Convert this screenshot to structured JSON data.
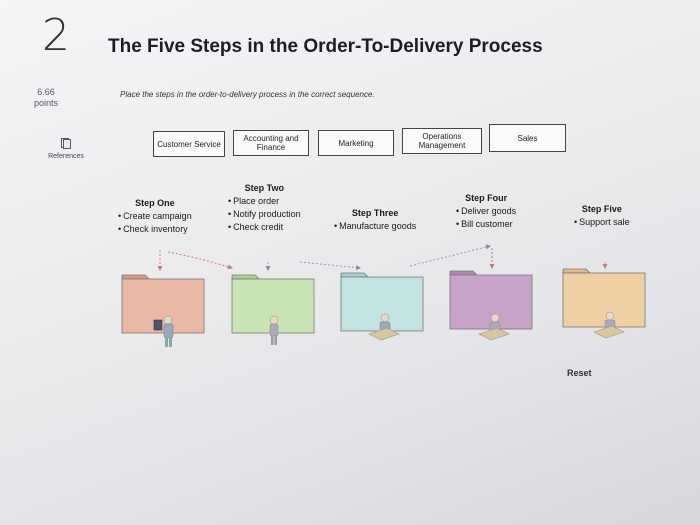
{
  "question": {
    "number": "2",
    "points_value": "6.66",
    "points_label": "points"
  },
  "references_label": "References",
  "title": "The Five Steps in the Order-To-Delivery Process",
  "instructions": "Place the steps in the order-to-delivery process in the correct sequence.",
  "tiles": [
    {
      "label": "Customer Service"
    },
    {
      "label": "Accounting and Finance"
    },
    {
      "label": "Marketing"
    },
    {
      "label": "Operations Management"
    },
    {
      "label": "Sales"
    }
  ],
  "steps": [
    {
      "heading": "Step One",
      "bullets": [
        "Create campaign",
        "Check inventory"
      ],
      "color": "#e9b9a6"
    },
    {
      "heading": "Step Two",
      "bullets": [
        "Place order",
        "Notify production",
        "Check credit"
      ],
      "color": "#c8e3b4"
    },
    {
      "heading": "Step Three",
      "bullets": [
        "Manufacture goods"
      ],
      "color": "#c3e2e2"
    },
    {
      "heading": "Step Four",
      "bullets": [
        "Deliver goods",
        "Bill customer"
      ],
      "color": "#c8a3c8"
    },
    {
      "heading": "Step Five",
      "bullets": [
        "Support sale"
      ],
      "color": "#f1cfa4"
    }
  ],
  "reset_label": "Reset"
}
